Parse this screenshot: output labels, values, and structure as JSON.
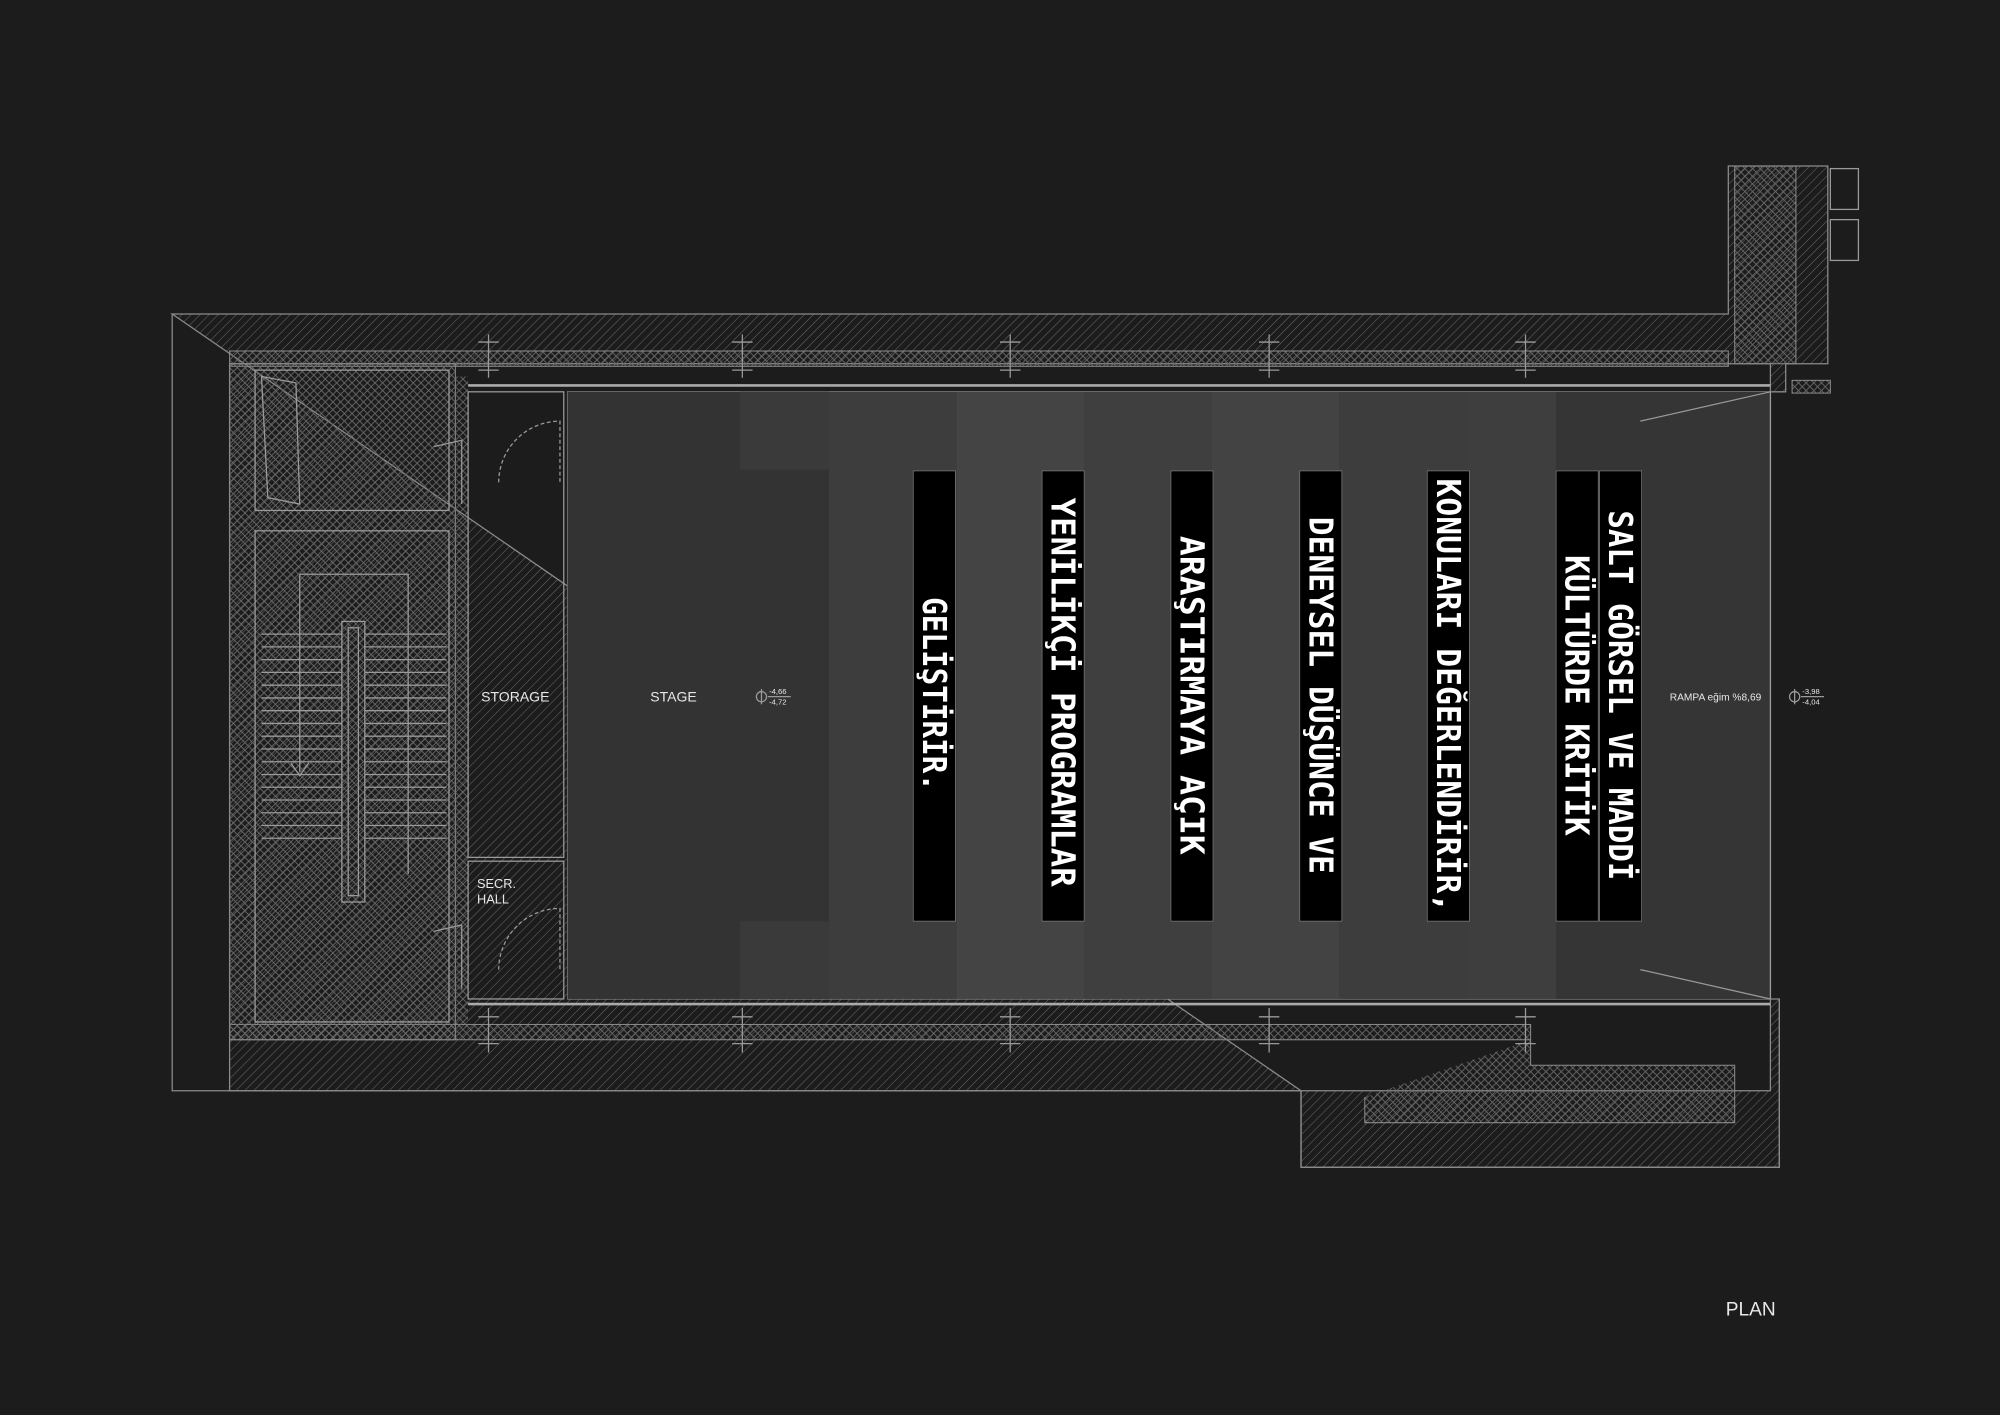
{
  "title": "PLAN",
  "rooms": {
    "storage": "STORAGE",
    "stage": "STAGE",
    "secr_hall_1": "SECR.",
    "secr_hall_2": "HALL"
  },
  "ramp_label": "RAMPA eğim %8,69",
  "levels": {
    "stage_top": "-4,66",
    "stage_bottom": "-4,72",
    "ramp_top": "-3,98",
    "ramp_bottom": "-4,04"
  },
  "banners": [
    "GELİŞTİRİR.",
    "YENİLİKÇİ PROGRAMLAR",
    "ARAŞTIRMAYA AÇIK",
    "DENEYSEL DÜŞÜNCE VE",
    "KONULARI DEĞERLENDİRİR,",
    "KÜLTÜRDE KRİTİK",
    "SALT GÖRSEL VE MADDİ"
  ],
  "colors": {
    "background": "#1c1c1c",
    "hall": "#3a3a3a",
    "banner": "#000000"
  }
}
